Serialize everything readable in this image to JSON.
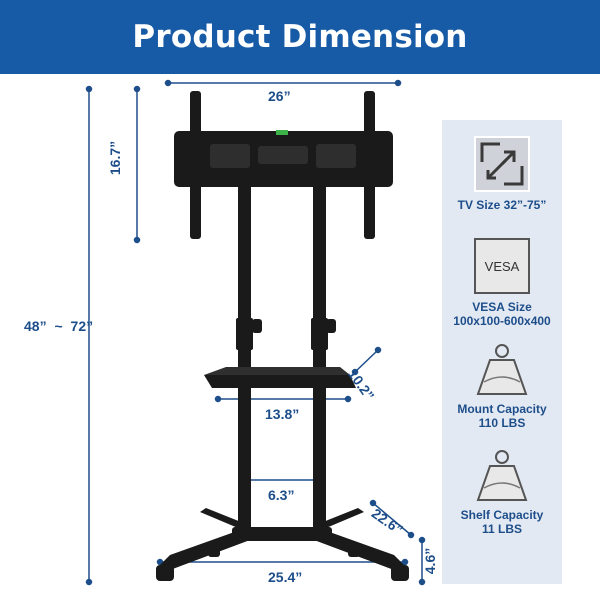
{
  "header": {
    "title": "Product Dimension"
  },
  "dimensions": {
    "mount_width": "26”",
    "mount_height": "16.7”",
    "total_height": "48”  ~  72”",
    "shelf_width": "13.8”",
    "shelf_depth": "10.2”",
    "column_gap": "6.3”",
    "base_width": "25.4”",
    "base_depth": "22.6”",
    "wheel_height": "4.6”"
  },
  "specs": [
    {
      "icon": "resize-diagonal-icon",
      "line1": "TV Size 32”-75”",
      "line2": ""
    },
    {
      "icon": "vesa-icon",
      "badge": "VESA",
      "line1": "VESA Size",
      "line2": "100x100-600x400"
    },
    {
      "icon": "weight-icon",
      "line1": "Mount Capacity",
      "line2": "110 LBS"
    },
    {
      "icon": "weight-icon",
      "line1": "Shelf Capacity",
      "line2": "11 LBS"
    }
  ],
  "colors": {
    "banner": "#175aa6",
    "label": "#1d4e8a",
    "panel": "#e3e9f3",
    "stand": "#1a1a1a",
    "accent_green": "#3db34a"
  }
}
